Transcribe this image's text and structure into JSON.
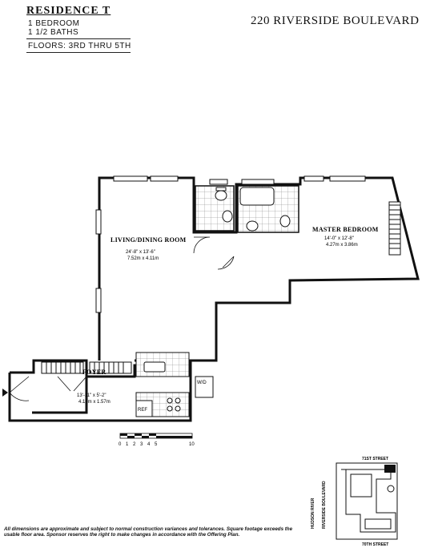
{
  "header": {
    "residence_title": "RESIDENCE  T",
    "bedrooms": "1  BEDROOM",
    "baths": "1  1/2  BATHS",
    "floors": "FLOORS:  3RD  THRU  5TH",
    "address": "220 RIVERSIDE BOULEVARD"
  },
  "rooms": {
    "living": {
      "name": "LIVING/DINING ROOM",
      "dim_imperial": "24'-8\" x 13'-6\"",
      "dim_metric": "7.52m x 4.11m"
    },
    "master": {
      "name": "MASTER BEDROOM",
      "dim_imperial": "14'-0\" x 12'-8\"",
      "dim_metric": "4.27m x 3.86m"
    },
    "foyer": {
      "name": "FOYER",
      "dim_imperial": "13'-11\" x 5'-2\"",
      "dim_metric": "4.19m x 1.57m"
    }
  },
  "kitchen_labels": {
    "wd": "W/D",
    "ref": "REF"
  },
  "scale_bar": {
    "ticks": [
      "0",
      "1",
      "2",
      "3",
      "4",
      "5",
      "10"
    ]
  },
  "key_plan": {
    "top_street": "71ST STREET",
    "bottom_street": "70TH STREET",
    "river": "HUDSON RIVER",
    "boulevard": "RIVERSIDE BOULEVARD"
  },
  "disclaimer": "All dimensions are approximate and subject to normal construction variances and tolerances. Square footage exceeds the usable floor area. Sponsor reserves the right to make changes in accordance with the Offering Plan."
}
